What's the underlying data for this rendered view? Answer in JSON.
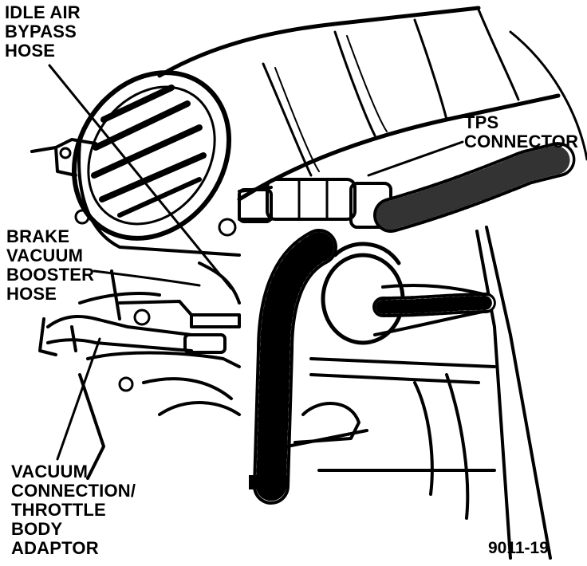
{
  "figure": {
    "number": "9011-19",
    "colors": {
      "ink": "#000000",
      "paper": "#ffffff"
    }
  },
  "labels": {
    "idle_air_bypass_hose": [
      "IDLE AIR",
      "BYPASS",
      "HOSE"
    ],
    "tps_connector": [
      "TPS",
      "CONNECTOR"
    ],
    "brake_vacuum_booster_hose": [
      "BRAKE",
      "VACUUM",
      "BOOSTER",
      "HOSE"
    ],
    "vacuum_connection_throttle_body_adaptor": [
      "VACUUM",
      "CONNECTION/",
      "THROTTLE",
      "BODY",
      "ADAPTOR"
    ]
  }
}
